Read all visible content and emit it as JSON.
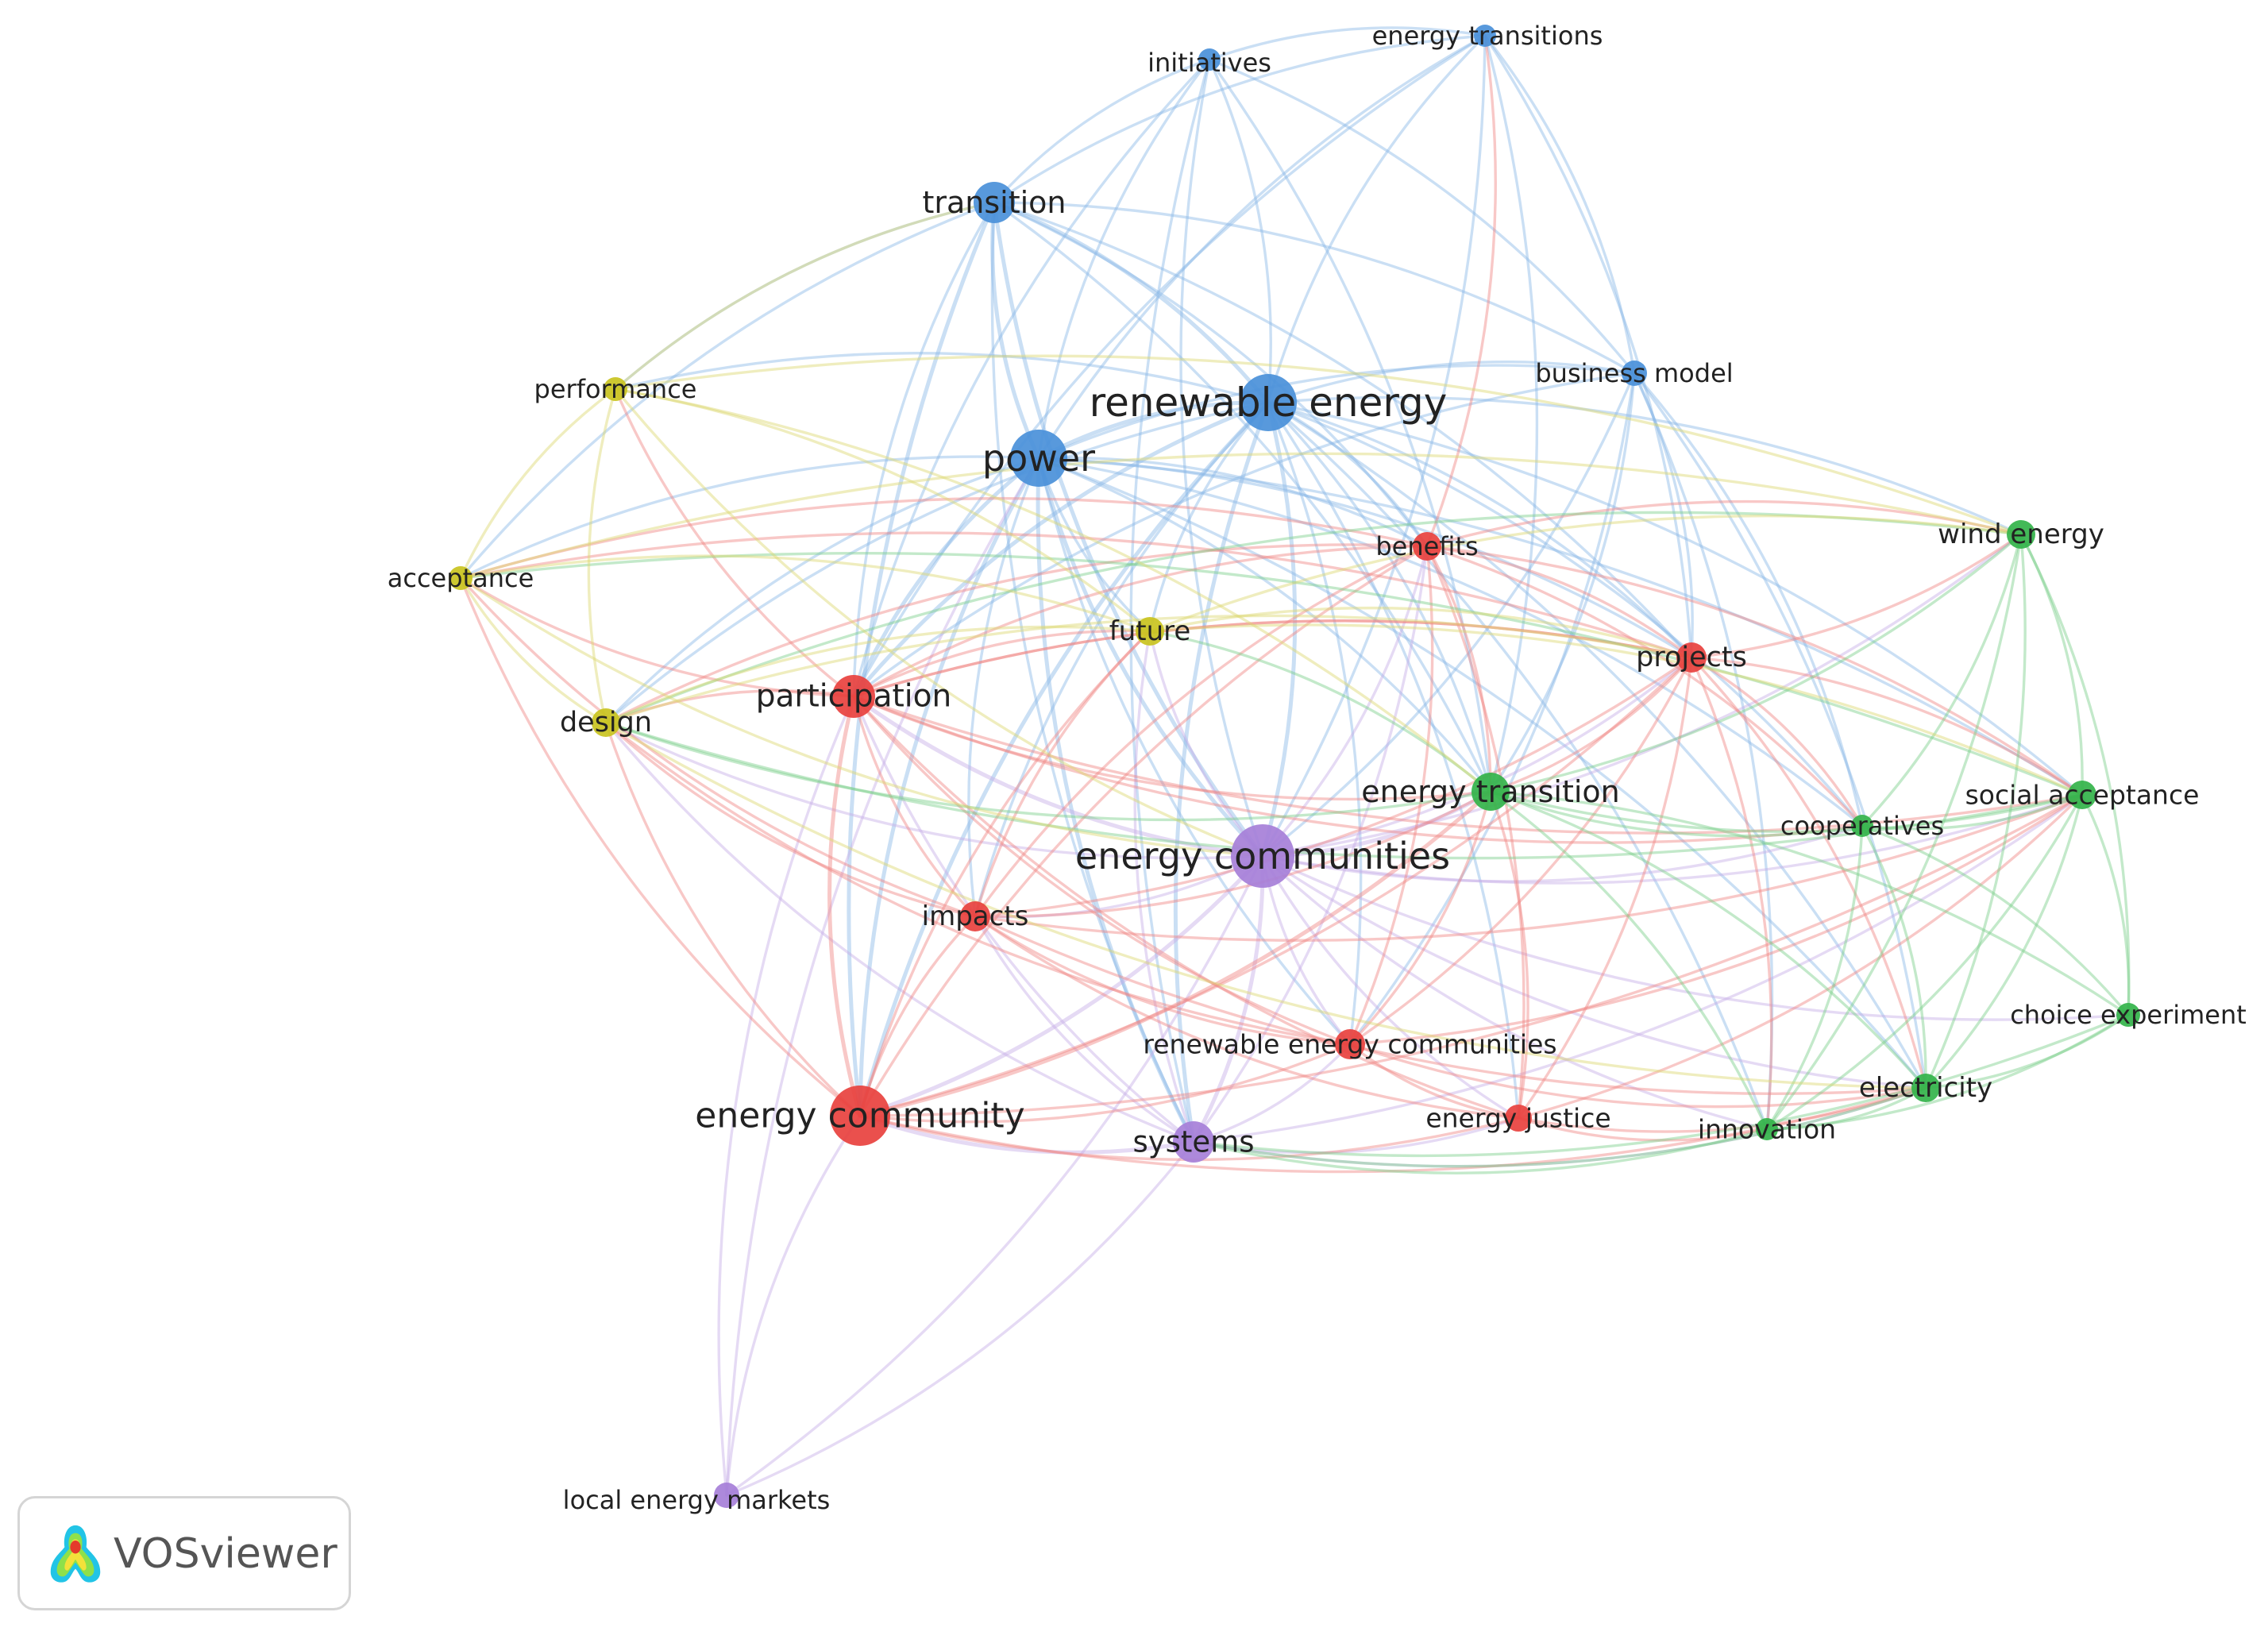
{
  "brand": {
    "text": "VOSviewer",
    "icon": "vosviewer-density-icon"
  },
  "clusters": {
    "red": "#e8413e",
    "green": "#33b34a",
    "blue": "#4a90d9",
    "yellow": "#c9c320",
    "purple": "#a67fd8"
  },
  "nodes": [
    {
      "id": "renewable_energy",
      "label": "renewable energy",
      "cluster": "blue"
    },
    {
      "id": "power",
      "label": "power",
      "cluster": "blue"
    },
    {
      "id": "transition",
      "label": "transition",
      "cluster": "blue"
    },
    {
      "id": "initiatives",
      "label": "initiatives",
      "cluster": "blue"
    },
    {
      "id": "energy_transitions",
      "label": "energy transitions",
      "cluster": "blue"
    },
    {
      "id": "business_model",
      "label": "business model",
      "cluster": "blue"
    },
    {
      "id": "energy_communities",
      "label": "energy communities",
      "cluster": "purple"
    },
    {
      "id": "systems",
      "label": "systems",
      "cluster": "purple"
    },
    {
      "id": "local_energy_markets",
      "label": "local energy markets",
      "cluster": "purple"
    },
    {
      "id": "energy_community",
      "label": "energy community",
      "cluster": "red"
    },
    {
      "id": "participation",
      "label": "participation",
      "cluster": "red"
    },
    {
      "id": "impacts",
      "label": "impacts",
      "cluster": "red"
    },
    {
      "id": "benefits",
      "label": "benefits",
      "cluster": "red"
    },
    {
      "id": "projects",
      "label": "projects",
      "cluster": "red"
    },
    {
      "id": "renewable_energy_communities",
      "label": "renewable energy communities",
      "cluster": "red"
    },
    {
      "id": "energy_justice",
      "label": "energy justice",
      "cluster": "red"
    },
    {
      "id": "energy_transition",
      "label": "energy transition",
      "cluster": "green"
    },
    {
      "id": "wind_energy",
      "label": "wind energy",
      "cluster": "green"
    },
    {
      "id": "social_acceptance",
      "label": "social acceptance",
      "cluster": "green"
    },
    {
      "id": "cooperatives",
      "label": "cooperatives",
      "cluster": "green"
    },
    {
      "id": "choice_experiment",
      "label": "choice experiment",
      "cluster": "green"
    },
    {
      "id": "electricity",
      "label": "electricity",
      "cluster": "green"
    },
    {
      "id": "innovation",
      "label": "innovation",
      "cluster": "green"
    },
    {
      "id": "performance",
      "label": "performance",
      "cluster": "yellow"
    },
    {
      "id": "acceptance",
      "label": "acceptance",
      "cluster": "yellow"
    },
    {
      "id": "design",
      "label": "design",
      "cluster": "yellow"
    },
    {
      "id": "future",
      "label": "future",
      "cluster": "yellow"
    }
  ],
  "links": [
    [
      "renewable_energy",
      "power"
    ],
    [
      "renewable_energy",
      "transition"
    ],
    [
      "renewable_energy",
      "initiatives"
    ],
    [
      "renewable_energy",
      "energy_transitions"
    ],
    [
      "renewable_energy",
      "business_model"
    ],
    [
      "renewable_energy",
      "energy_communities"
    ],
    [
      "renewable_energy",
      "systems"
    ],
    [
      "renewable_energy",
      "energy_community"
    ],
    [
      "renewable_energy",
      "participation"
    ],
    [
      "renewable_energy",
      "impacts"
    ],
    [
      "renewable_energy",
      "benefits"
    ],
    [
      "renewable_energy",
      "projects"
    ],
    [
      "renewable_energy",
      "energy_transition"
    ],
    [
      "renewable_energy",
      "wind_energy"
    ],
    [
      "renewable_energy",
      "social_acceptance"
    ],
    [
      "renewable_energy",
      "cooperatives"
    ],
    [
      "renewable_energy",
      "electricity"
    ],
    [
      "renewable_energy",
      "innovation"
    ],
    [
      "renewable_energy",
      "future"
    ],
    [
      "renewable_energy",
      "performance"
    ],
    [
      "renewable_energy",
      "renewable_energy_communities"
    ],
    [
      "renewable_energy",
      "energy_justice"
    ],
    [
      "renewable_energy",
      "design"
    ],
    [
      "power",
      "transition"
    ],
    [
      "power",
      "initiatives"
    ],
    [
      "power",
      "energy_transitions"
    ],
    [
      "power",
      "business_model"
    ],
    [
      "power",
      "energy_communities"
    ],
    [
      "power",
      "systems"
    ],
    [
      "power",
      "energy_community"
    ],
    [
      "power",
      "participation"
    ],
    [
      "power",
      "impacts"
    ],
    [
      "power",
      "benefits"
    ],
    [
      "power",
      "projects"
    ],
    [
      "power",
      "energy_transition"
    ],
    [
      "power",
      "acceptance"
    ],
    [
      "power",
      "design"
    ],
    [
      "power",
      "future"
    ],
    [
      "power",
      "social_acceptance"
    ],
    [
      "power",
      "renewable_energy_communities"
    ],
    [
      "power",
      "cooperatives"
    ],
    [
      "power",
      "electricity"
    ],
    [
      "transition",
      "initiatives"
    ],
    [
      "transition",
      "energy_transitions"
    ],
    [
      "transition",
      "business_model"
    ],
    [
      "transition",
      "energy_communities"
    ],
    [
      "transition",
      "participation"
    ],
    [
      "transition",
      "energy_transition"
    ],
    [
      "transition",
      "acceptance"
    ],
    [
      "transition",
      "performance"
    ],
    [
      "transition",
      "systems"
    ],
    [
      "transition",
      "energy_community"
    ],
    [
      "transition",
      "benefits"
    ],
    [
      "transition",
      "projects"
    ],
    [
      "initiatives",
      "energy_transitions"
    ],
    [
      "initiatives",
      "energy_communities"
    ],
    [
      "initiatives",
      "participation"
    ],
    [
      "initiatives",
      "business_model"
    ],
    [
      "initiatives",
      "energy_transition"
    ],
    [
      "initiatives",
      "systems"
    ],
    [
      "energy_transitions",
      "business_model"
    ],
    [
      "energy_transitions",
      "energy_communities"
    ],
    [
      "energy_transitions",
      "energy_transition"
    ],
    [
      "energy_transitions",
      "projects"
    ],
    [
      "energy_transitions",
      "participation"
    ],
    [
      "business_model",
      "energy_transition"
    ],
    [
      "business_model",
      "energy_communities"
    ],
    [
      "business_model",
      "electricity"
    ],
    [
      "business_model",
      "cooperatives"
    ],
    [
      "business_model",
      "projects"
    ],
    [
      "business_model",
      "participation"
    ],
    [
      "business_model",
      "renewable_energy_communities"
    ],
    [
      "business_model",
      "innovation"
    ],
    [
      "energy_communities",
      "systems"
    ],
    [
      "energy_communities",
      "local_energy_markets"
    ],
    [
      "energy_communities",
      "energy_community"
    ],
    [
      "energy_communities",
      "participation"
    ],
    [
      "energy_communities",
      "impacts"
    ],
    [
      "energy_communities",
      "benefits"
    ],
    [
      "energy_communities",
      "projects"
    ],
    [
      "energy_communities",
      "renewable_energy_communities"
    ],
    [
      "energy_communities",
      "energy_justice"
    ],
    [
      "energy_communities",
      "energy_transition"
    ],
    [
      "energy_communities",
      "wind_energy"
    ],
    [
      "energy_communities",
      "social_acceptance"
    ],
    [
      "energy_communities",
      "cooperatives"
    ],
    [
      "energy_communities",
      "electricity"
    ],
    [
      "energy_communities",
      "innovation"
    ],
    [
      "energy_communities",
      "future"
    ],
    [
      "energy_communities",
      "design"
    ],
    [
      "energy_communities",
      "choice_experiment"
    ],
    [
      "systems",
      "local_energy_markets"
    ],
    [
      "systems",
      "energy_community"
    ],
    [
      "systems",
      "participation"
    ],
    [
      "systems",
      "impacts"
    ],
    [
      "systems",
      "renewable_energy_communities"
    ],
    [
      "systems",
      "energy_justice"
    ],
    [
      "systems",
      "future"
    ],
    [
      "systems",
      "electricity"
    ],
    [
      "systems",
      "social_acceptance"
    ],
    [
      "systems",
      "benefits"
    ],
    [
      "systems",
      "design"
    ],
    [
      "local_energy_markets",
      "energy_community"
    ],
    [
      "local_energy_markets",
      "participation"
    ],
    [
      "local_energy_markets",
      "power"
    ],
    [
      "energy_community",
      "participation"
    ],
    [
      "energy_community",
      "impacts"
    ],
    [
      "energy_community",
      "renewable_energy_communities"
    ],
    [
      "energy_community",
      "energy_justice"
    ],
    [
      "energy_community",
      "benefits"
    ],
    [
      "energy_community",
      "projects"
    ],
    [
      "energy_community",
      "design"
    ],
    [
      "energy_community",
      "acceptance"
    ],
    [
      "energy_community",
      "future"
    ],
    [
      "energy_community",
      "energy_transition"
    ],
    [
      "energy_community",
      "social_acceptance"
    ],
    [
      "energy_community",
      "electricity"
    ],
    [
      "participation",
      "impacts"
    ],
    [
      "participation",
      "benefits"
    ],
    [
      "participation",
      "projects"
    ],
    [
      "participation",
      "design"
    ],
    [
      "participation",
      "acceptance"
    ],
    [
      "participation",
      "future"
    ],
    [
      "participation",
      "energy_transition"
    ],
    [
      "participation",
      "renewable_energy_communities"
    ],
    [
      "participation",
      "energy_justice"
    ],
    [
      "participation",
      "social_acceptance"
    ],
    [
      "participation",
      "cooperatives"
    ],
    [
      "participation",
      "performance"
    ],
    [
      "impacts",
      "benefits"
    ],
    [
      "impacts",
      "projects"
    ],
    [
      "impacts",
      "renewable_energy_communities"
    ],
    [
      "impacts",
      "energy_justice"
    ],
    [
      "impacts",
      "design"
    ],
    [
      "impacts",
      "energy_transition"
    ],
    [
      "impacts",
      "social_acceptance"
    ],
    [
      "impacts",
      "electricity"
    ],
    [
      "impacts",
      "acceptance"
    ],
    [
      "impacts",
      "future"
    ],
    [
      "benefits",
      "projects"
    ],
    [
      "benefits",
      "renewable_energy_communities"
    ],
    [
      "benefits",
      "energy_justice"
    ],
    [
      "benefits",
      "energy_transition"
    ],
    [
      "benefits",
      "cooperatives"
    ],
    [
      "benefits",
      "social_acceptance"
    ],
    [
      "benefits",
      "wind_energy"
    ],
    [
      "benefits",
      "acceptance"
    ],
    [
      "benefits",
      "design"
    ],
    [
      "benefits",
      "energy_transitions"
    ],
    [
      "projects",
      "renewable_energy_communities"
    ],
    [
      "projects",
      "energy_justice"
    ],
    [
      "projects",
      "energy_transition"
    ],
    [
      "projects",
      "wind_energy"
    ],
    [
      "projects",
      "social_acceptance"
    ],
    [
      "projects",
      "cooperatives"
    ],
    [
      "projects",
      "electricity"
    ],
    [
      "projects",
      "innovation"
    ],
    [
      "projects",
      "acceptance"
    ],
    [
      "projects",
      "participation"
    ],
    [
      "renewable_energy_communities",
      "energy_justice"
    ],
    [
      "renewable_energy_communities",
      "energy_transition"
    ],
    [
      "renewable_energy_communities",
      "electricity"
    ],
    [
      "renewable_energy_communities",
      "social_acceptance"
    ],
    [
      "renewable_energy_communities",
      "design"
    ],
    [
      "energy_justice",
      "energy_transition"
    ],
    [
      "energy_justice",
      "electricity"
    ],
    [
      "energy_justice",
      "innovation"
    ],
    [
      "energy_justice",
      "social_acceptance"
    ],
    [
      "energy_transition",
      "wind_energy"
    ],
    [
      "energy_transition",
      "social_acceptance"
    ],
    [
      "energy_transition",
      "cooperatives"
    ],
    [
      "energy_transition",
      "choice_experiment"
    ],
    [
      "energy_transition",
      "electricity"
    ],
    [
      "energy_transition",
      "innovation"
    ],
    [
      "energy_transition",
      "future"
    ],
    [
      "energy_transition",
      "design"
    ],
    [
      "wind_energy",
      "social_acceptance"
    ],
    [
      "wind_energy",
      "cooperatives"
    ],
    [
      "wind_energy",
      "choice_experiment"
    ],
    [
      "wind_energy",
      "electricity"
    ],
    [
      "wind_energy",
      "innovation"
    ],
    [
      "wind_energy",
      "design"
    ],
    [
      "social_acceptance",
      "cooperatives"
    ],
    [
      "social_acceptance",
      "choice_experiment"
    ],
    [
      "social_acceptance",
      "electricity"
    ],
    [
      "social_acceptance",
      "innovation"
    ],
    [
      "social_acceptance",
      "design"
    ],
    [
      "social_acceptance",
      "acceptance"
    ],
    [
      "cooperatives",
      "choice_experiment"
    ],
    [
      "cooperatives",
      "electricity"
    ],
    [
      "cooperatives",
      "innovation"
    ],
    [
      "choice_experiment",
      "electricity"
    ],
    [
      "choice_experiment",
      "innovation"
    ],
    [
      "choice_experiment",
      "systems"
    ],
    [
      "electricity",
      "innovation"
    ],
    [
      "electricity",
      "systems"
    ],
    [
      "innovation",
      "systems"
    ],
    [
      "performance",
      "acceptance"
    ],
    [
      "performance",
      "design"
    ],
    [
      "performance",
      "future"
    ],
    [
      "performance",
      "transition"
    ],
    [
      "performance",
      "energy_transition"
    ],
    [
      "performance",
      "energy_communities"
    ],
    [
      "performance",
      "wind_energy"
    ],
    [
      "acceptance",
      "design"
    ],
    [
      "acceptance",
      "future"
    ],
    [
      "acceptance",
      "energy_communities"
    ],
    [
      "acceptance",
      "wind_energy"
    ],
    [
      "design",
      "future"
    ],
    [
      "design",
      "projects"
    ],
    [
      "design",
      "electricity"
    ],
    [
      "future",
      "projects"
    ],
    [
      "future",
      "social_acceptance"
    ],
    [
      "future",
      "wind_energy"
    ]
  ]
}
